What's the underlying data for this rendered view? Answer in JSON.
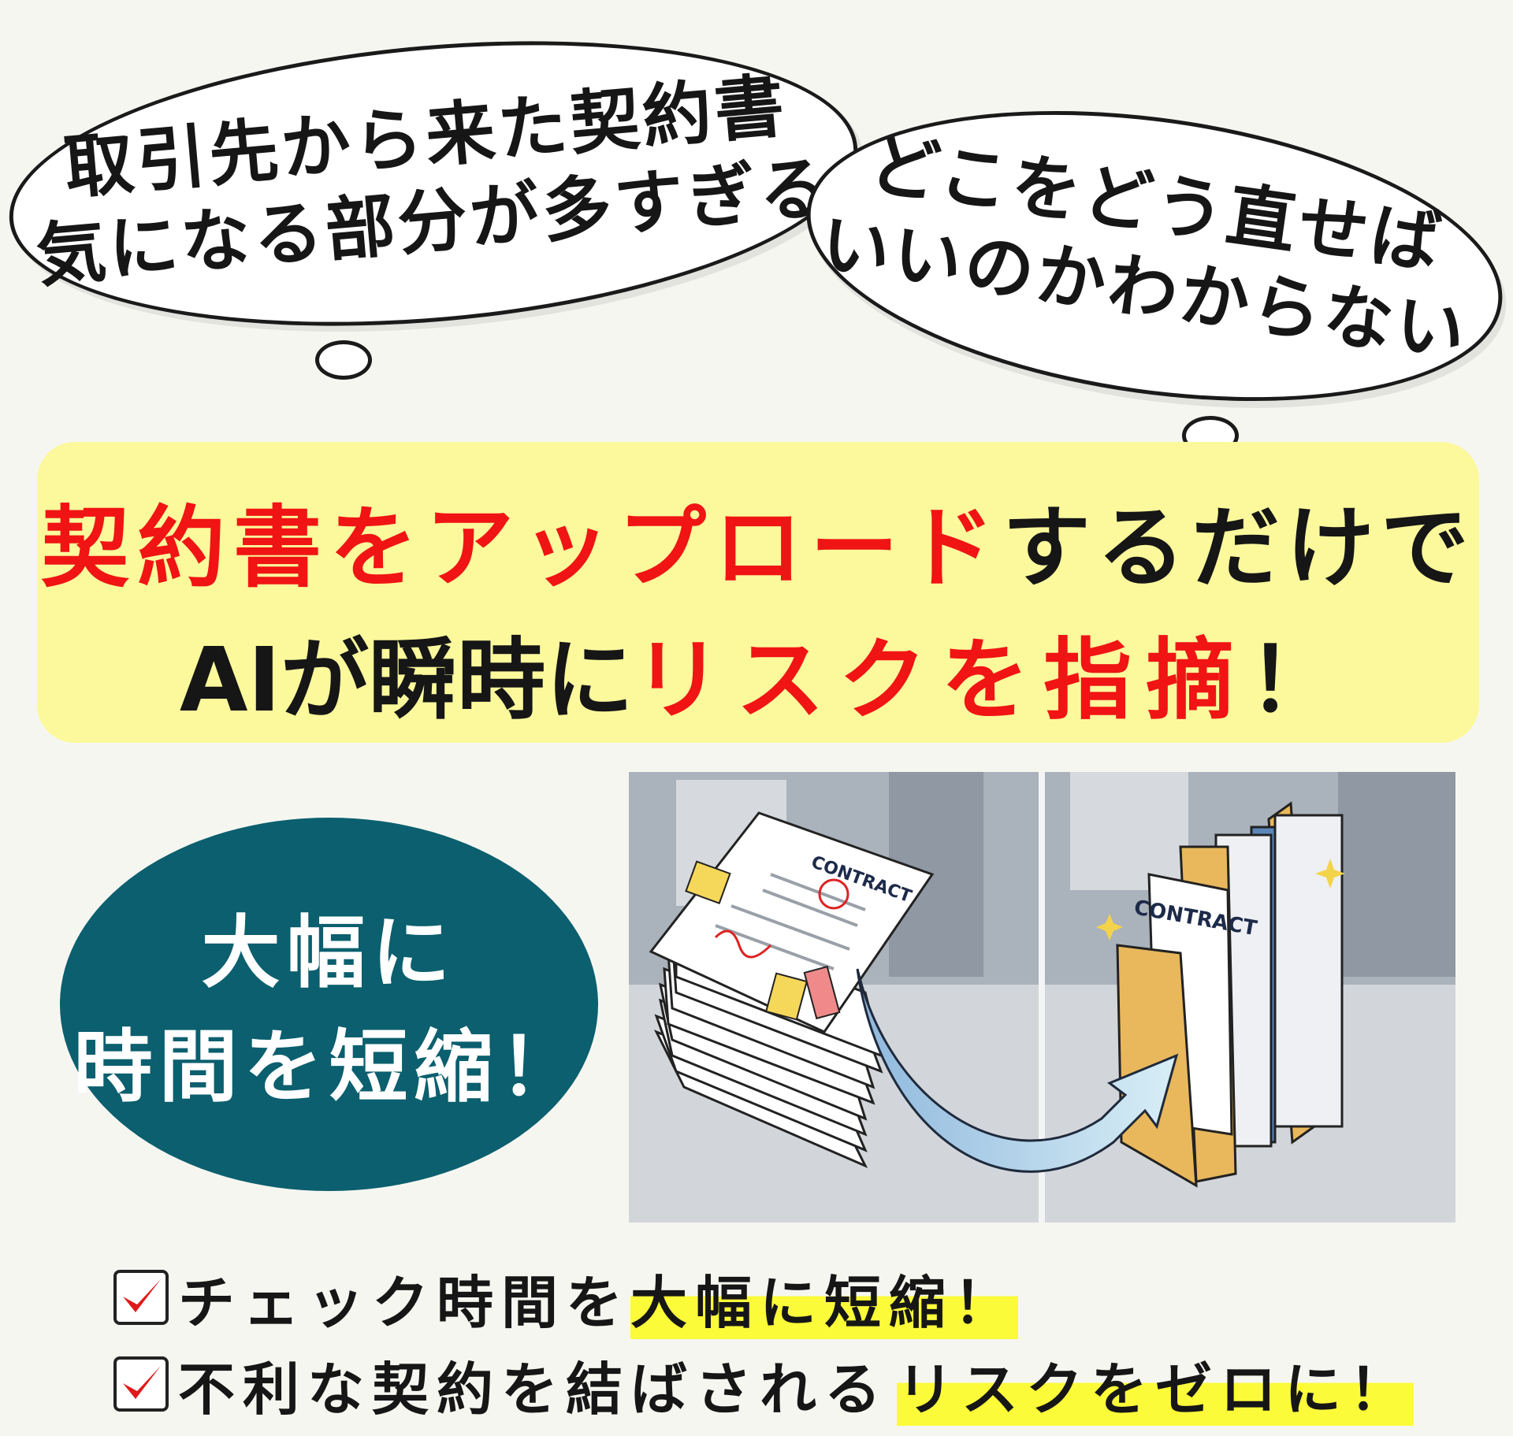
{
  "bubbles": [
    {
      "lines": [
        "取引先から来た契約書",
        "気になる部分が多すぎる"
      ]
    },
    {
      "lines": [
        "どこをどう直せば",
        "いいのかわからない"
      ]
    }
  ],
  "headline": {
    "line1_red": "契約書をアップロード",
    "line1_black": "するだけで",
    "line2_black": "AIが瞬時に",
    "line2_red": "リスクを指摘",
    "line2_end": "！"
  },
  "badge": {
    "line1": "大幅に",
    "line2": "時間を短縮！"
  },
  "illustration": {
    "label_before": "CONTRACT",
    "label_after": "CONTRACT"
  },
  "checklist": [
    {
      "text": "チェック時間を",
      "highlight": "大幅に短縮！"
    },
    {
      "text": "不利な契約を結ばされる",
      "highlight": "リスクをゼロに！"
    }
  ],
  "colors": {
    "accent_red": "#f01414",
    "headline_bg": "#fbf99c",
    "badge_bg": "#0b5f6e",
    "highlight": "#fbfb3a",
    "background": "#f6f6f1"
  }
}
